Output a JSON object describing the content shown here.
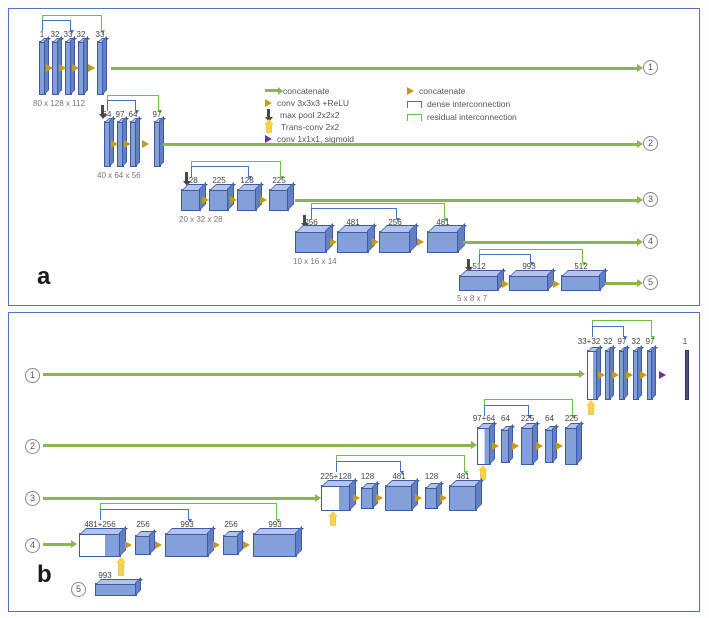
{
  "colors": {
    "box_blue": "#84a0d8",
    "arrow_green": "#8ab552",
    "conv_gold": "#c59a18",
    "transconv_yellow": "#ffd33c",
    "maxpool_gray": "#4a4a4a",
    "sigmoid_purple": "#7030a0",
    "dense_blue": "#4472c4",
    "residual_green": "#6cbf45"
  },
  "panel_a": {
    "label": "a",
    "legend": {
      "col1": [
        {
          "icon": "concatenate-arrow",
          "label": "concatenate"
        },
        {
          "icon": "conv-triangle",
          "label": "conv 3x3x3 +ReLU"
        },
        {
          "icon": "maxpool-down-arrow",
          "label": "max pool 2x2x2"
        },
        {
          "icon": "transconv-up-arrow",
          "label": "Trans-conv 2x2"
        },
        {
          "icon": "conv1x1-triangle",
          "label": "conv 1x1x1, sigmoid"
        }
      ],
      "col2": [
        {
          "icon": "concat-triangle",
          "label": "concatenate"
        },
        {
          "icon": "dense-bracket",
          "label": "dense interconnection"
        },
        {
          "icon": "residual-bracket",
          "label": "residual interconnection"
        }
      ]
    },
    "levels": [
      {
        "dims": "80 x 128 x 112",
        "boxes": [
          "1",
          "32",
          "33",
          "32",
          "33"
        ],
        "output": "1"
      },
      {
        "dims": "40 x 64 x 56",
        "boxes": [
          "64",
          "97",
          "64",
          "97"
        ],
        "output": "2"
      },
      {
        "dims": "20 x 32 x 28",
        "boxes": [
          "128",
          "225",
          "128",
          "225"
        ],
        "output": "3"
      },
      {
        "dims": "10 x 16 x 14",
        "boxes": [
          "256",
          "481",
          "256",
          "481"
        ],
        "output": "4"
      },
      {
        "dims": "5 x 8 x 7",
        "boxes": [
          "512",
          "993",
          "512"
        ],
        "output": "5"
      }
    ]
  },
  "panel_b": {
    "label": "b",
    "rows": [
      {
        "input": "1",
        "boxes": [
          "33+32",
          "32",
          "97",
          "32",
          "97"
        ],
        "final": "1"
      },
      {
        "input": "2",
        "boxes": [
          "97+64",
          "64",
          "225",
          "64",
          "225"
        ]
      },
      {
        "input": "3",
        "boxes": [
          "225+128",
          "128",
          "481",
          "128",
          "481"
        ]
      },
      {
        "input": "4",
        "boxes": [
          "481+256",
          "256",
          "993",
          "256",
          "993"
        ]
      },
      {
        "input": "5",
        "boxes": [
          "993"
        ]
      }
    ]
  }
}
